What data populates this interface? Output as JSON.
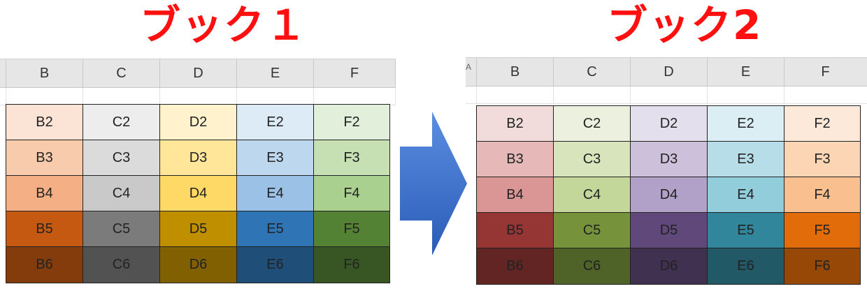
{
  "titles": {
    "book1": "ブック１",
    "book2": "ブック2"
  },
  "colors": {
    "title": "#ff1010",
    "arrow": "#3a6cc8"
  },
  "sheet1": {
    "columns": [
      "B",
      "C",
      "D",
      "E",
      "F"
    ],
    "rows": [
      [
        {
          "text": "B2",
          "bg": "#fbe4d6"
        },
        {
          "text": "C2",
          "bg": "#ededed"
        },
        {
          "text": "D2",
          "bg": "#fff2cc"
        },
        {
          "text": "E2",
          "bg": "#ddebf7"
        },
        {
          "text": "F2",
          "bg": "#e2efda"
        }
      ],
      [
        {
          "text": "B3",
          "bg": "#f8cbad"
        },
        {
          "text": "C3",
          "bg": "#dbdbdb"
        },
        {
          "text": "D3",
          "bg": "#ffe699"
        },
        {
          "text": "E3",
          "bg": "#bdd7ee"
        },
        {
          "text": "F3",
          "bg": "#c6e0b4"
        }
      ],
      [
        {
          "text": "B4",
          "bg": "#f4b084"
        },
        {
          "text": "C4",
          "bg": "#c9c9c9"
        },
        {
          "text": "D4",
          "bg": "#ffd966"
        },
        {
          "text": "E4",
          "bg": "#9bc2e6"
        },
        {
          "text": "F4",
          "bg": "#a9d08e"
        }
      ],
      [
        {
          "text": "B5",
          "bg": "#c65911"
        },
        {
          "text": "C5",
          "bg": "#7b7b7b"
        },
        {
          "text": "D5",
          "bg": "#bf8f00"
        },
        {
          "text": "E5",
          "bg": "#2f75b5"
        },
        {
          "text": "F5",
          "bg": "#548235"
        }
      ],
      [
        {
          "text": "B6",
          "bg": "#843c0c"
        },
        {
          "text": "C6",
          "bg": "#525252"
        },
        {
          "text": "D6",
          "bg": "#806000"
        },
        {
          "text": "E6",
          "bg": "#1f4e78"
        },
        {
          "text": "F6",
          "bg": "#375623"
        }
      ]
    ]
  },
  "sheet2": {
    "corner_label": "A",
    "columns": [
      "B",
      "C",
      "D",
      "E",
      "F"
    ],
    "rows": [
      [
        {
          "text": "B2",
          "bg": "#f2dcdb"
        },
        {
          "text": "C2",
          "bg": "#ebf1de"
        },
        {
          "text": "D2",
          "bg": "#e4dfec"
        },
        {
          "text": "E2",
          "bg": "#daeef3"
        },
        {
          "text": "F2",
          "bg": "#fde9d9"
        }
      ],
      [
        {
          "text": "B3",
          "bg": "#e6b8b7"
        },
        {
          "text": "C3",
          "bg": "#d8e4bc"
        },
        {
          "text": "D3",
          "bg": "#ccc0da"
        },
        {
          "text": "E3",
          "bg": "#b7dee8"
        },
        {
          "text": "F3",
          "bg": "#fcd5b4"
        }
      ],
      [
        {
          "text": "B4",
          "bg": "#da9694"
        },
        {
          "text": "C4",
          "bg": "#c4d79b"
        },
        {
          "text": "D4",
          "bg": "#b1a0c7"
        },
        {
          "text": "E4",
          "bg": "#92cddc"
        },
        {
          "text": "F4",
          "bg": "#fabf8f"
        }
      ],
      [
        {
          "text": "B5",
          "bg": "#963634"
        },
        {
          "text": "C5",
          "bg": "#76933c"
        },
        {
          "text": "D5",
          "bg": "#60497a"
        },
        {
          "text": "E5",
          "bg": "#31869b"
        },
        {
          "text": "F5",
          "bg": "#e26b0a"
        }
      ],
      [
        {
          "text": "B6",
          "bg": "#632523"
        },
        {
          "text": "C6",
          "bg": "#4f6228"
        },
        {
          "text": "D6",
          "bg": "#403151"
        },
        {
          "text": "E6",
          "bg": "#215967"
        },
        {
          "text": "F6",
          "bg": "#974706"
        }
      ]
    ]
  }
}
